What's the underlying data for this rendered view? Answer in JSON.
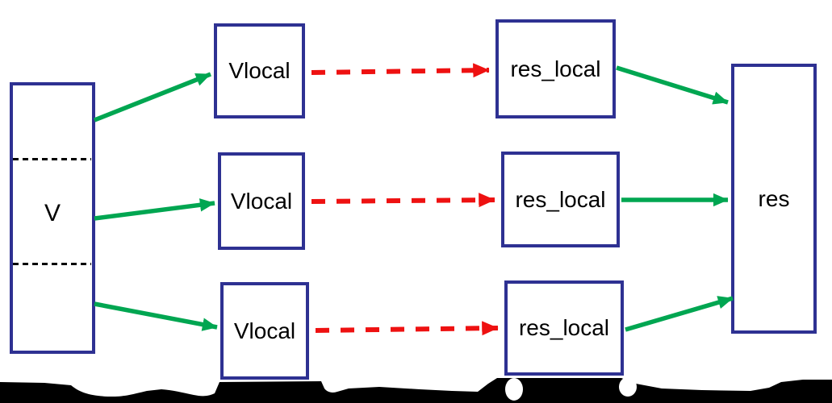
{
  "diagram": {
    "nodes": [
      {
        "id": "v",
        "label": "V"
      },
      {
        "id": "vlocal-1",
        "label": "Vlocal"
      },
      {
        "id": "vlocal-2",
        "label": "Vlocal"
      },
      {
        "id": "vlocal-3",
        "label": "Vlocal"
      },
      {
        "id": "res-local-1",
        "label": "res_local"
      },
      {
        "id": "res-local-2",
        "label": "res_local"
      },
      {
        "id": "res-local-3",
        "label": "res_local"
      },
      {
        "id": "res",
        "label": "res"
      }
    ],
    "edges": [
      {
        "from": "v",
        "to": "vlocal-1",
        "style": "solid",
        "color": "green"
      },
      {
        "from": "v",
        "to": "vlocal-2",
        "style": "solid",
        "color": "green"
      },
      {
        "from": "v",
        "to": "vlocal-3",
        "style": "solid",
        "color": "green"
      },
      {
        "from": "vlocal-1",
        "to": "res-local-1",
        "style": "dashed",
        "color": "red"
      },
      {
        "from": "vlocal-2",
        "to": "res-local-2",
        "style": "dashed",
        "color": "red"
      },
      {
        "from": "vlocal-3",
        "to": "res-local-3",
        "style": "dashed",
        "color": "red"
      },
      {
        "from": "res-local-1",
        "to": "res",
        "style": "solid",
        "color": "green"
      },
      {
        "from": "res-local-2",
        "to": "res",
        "style": "solid",
        "color": "green"
      },
      {
        "from": "res-local-3",
        "to": "res",
        "style": "solid",
        "color": "green"
      }
    ],
    "colors": {
      "box_border": "#2e3192",
      "green_arrow": "#00a651",
      "red_arrow": "#ee1111",
      "partition_divider": "#000000",
      "background": "#ffffff",
      "torn_edge": "#000000"
    }
  }
}
